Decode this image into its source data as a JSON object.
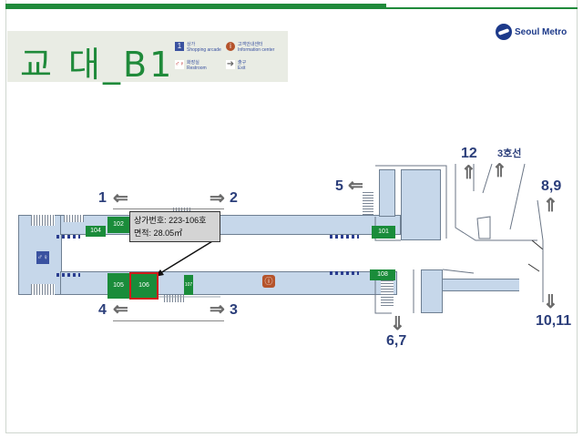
{
  "header": {
    "station_name": "교  대_B1",
    "logo_text": "Seoul Metro"
  },
  "legend": [
    {
      "icon": "shopping-icon",
      "label": "상가\nShopping arcade",
      "color": "#3a52a0",
      "glyph": "1"
    },
    {
      "icon": "info-icon",
      "label": "고객안내센터\nInformation center",
      "color": "#b5532b",
      "glyph": "i"
    },
    {
      "icon": "restroom-icon",
      "label": "화장실\nRestroom",
      "color": "#3a52a0",
      "glyph": "♂♀"
    },
    {
      "icon": "exit-arrow-icon",
      "label": "출구\nExit",
      "color": "#3a52a0",
      "glyph": "→"
    }
  ],
  "exits": {
    "e1": "1",
    "e2": "2",
    "e3": "3",
    "e4": "4",
    "e5": "5",
    "e67": "6,7",
    "e12": "12",
    "e89": "8,9",
    "e1011": "10,11"
  },
  "line_label": "3호선",
  "shops": {
    "s101": "101",
    "s102": "102",
    "s104": "104",
    "s105": "105",
    "s106": "106",
    "s107": "107",
    "s108": "108"
  },
  "callout": {
    "line1": "상가번호: 223-106호",
    "line2": "면적: 28.05㎡"
  },
  "colors": {
    "brand_green": "#1f8a3a",
    "shop_green": "#1a8c3a",
    "corridor_blue": "#c6d7ea",
    "text_navy": "#2b3e7a",
    "highlight_red": "#d11a1a"
  }
}
